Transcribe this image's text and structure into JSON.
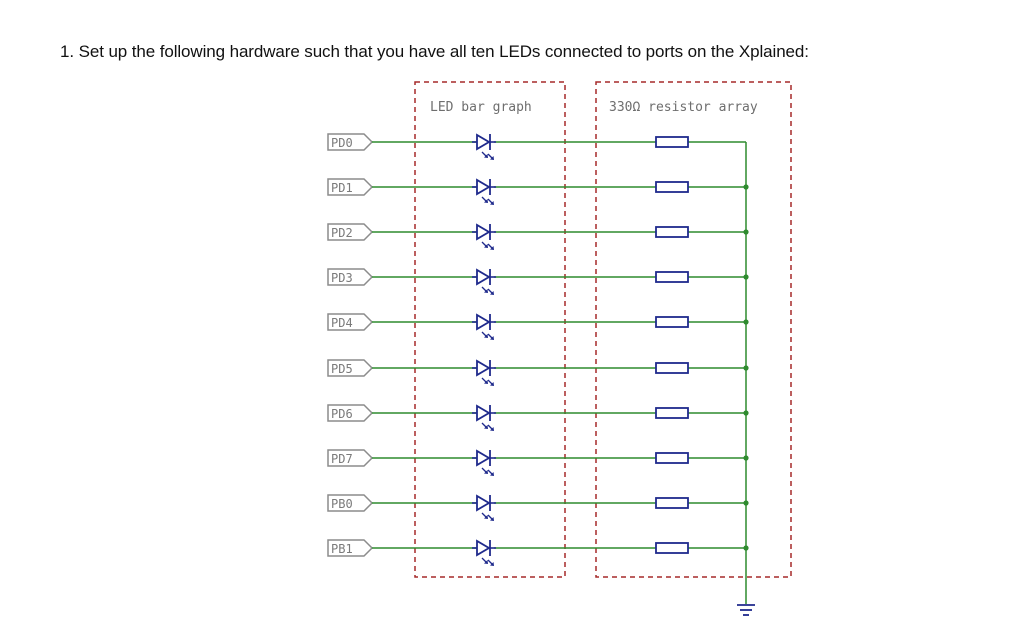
{
  "instruction": "1. Set up the following hardware such that you have all ten LEDs connected to ports on the Xplained:",
  "diagram": {
    "led_box_label": "LED bar graph",
    "resistor_box_label": "330Ω resistor array",
    "ports": [
      "PD0",
      "PD1",
      "PD2",
      "PD3",
      "PD4",
      "PD5",
      "PD6",
      "PD7",
      "PB0",
      "PB1"
    ],
    "colors": {
      "wire": "#2e8b2e",
      "component": "#1f2a8c",
      "box_border": "#a52a2a",
      "port_label_border": "#8c8c8c",
      "port_label_text": "#7a7a7a",
      "box_label_text": "#6e6e6e",
      "ground": "#1f2a8c"
    }
  }
}
